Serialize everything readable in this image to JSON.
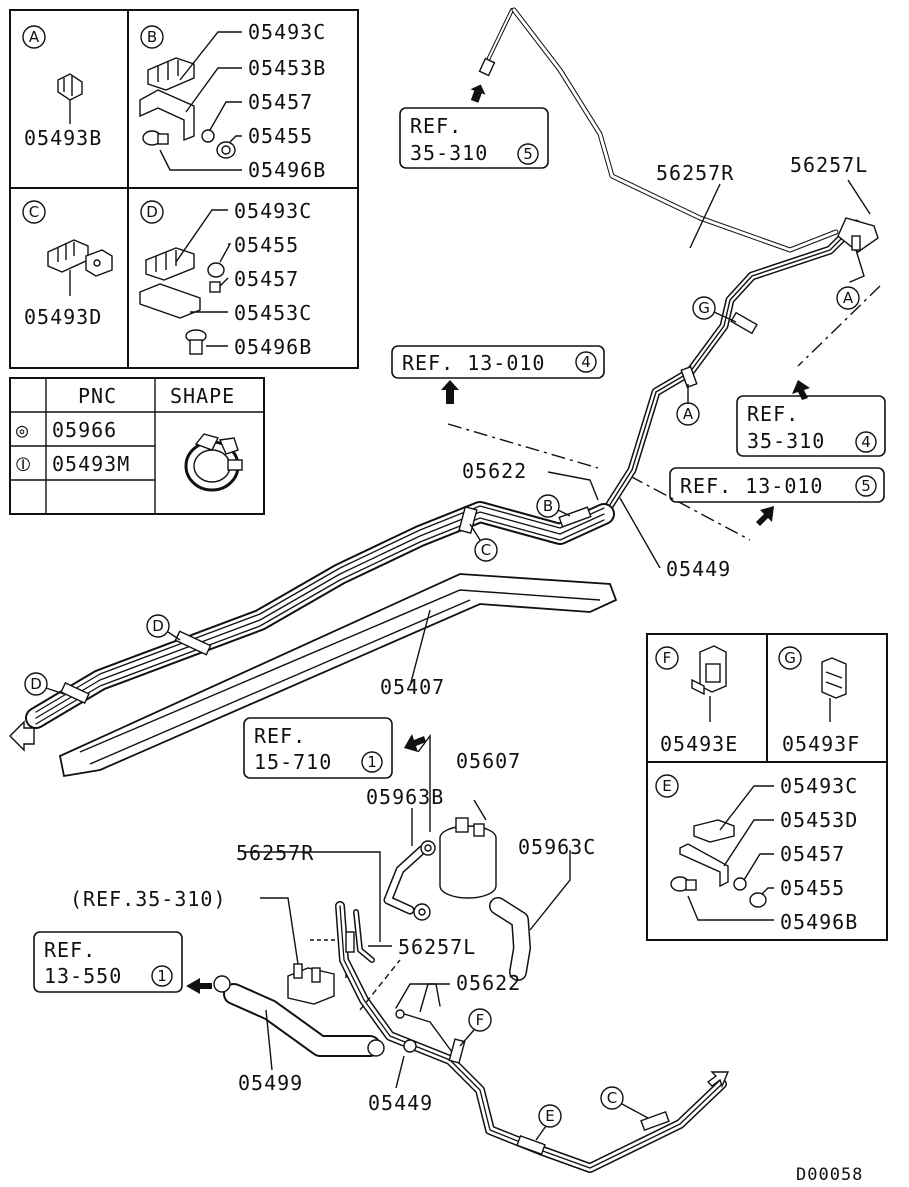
{
  "inset_panels": {
    "A": {
      "letter": "A",
      "parts": [
        "05493B"
      ]
    },
    "B": {
      "letter": "B",
      "parts": [
        "05493C",
        "05453B",
        "05457",
        "05455",
        "05496B"
      ]
    },
    "C": {
      "letter": "C",
      "parts": [
        "05493D"
      ]
    },
    "D": {
      "letter": "D",
      "parts": [
        "05493C",
        "05455",
        "05457",
        "05453C",
        "05496B"
      ]
    },
    "E": {
      "letter": "E",
      "parts": [
        "05493C",
        "05453D",
        "05457",
        "05455",
        "05496B"
      ]
    },
    "F": {
      "letter": "F",
      "parts": [
        "05493E"
      ]
    },
    "G": {
      "letter": "G",
      "parts": [
        "05493F"
      ]
    }
  },
  "legend_table": {
    "headers": [
      "PNC",
      "SHAPE"
    ],
    "rows": [
      {
        "symbol": "◎",
        "pnc": "05966"
      },
      {
        "symbol": "⦶",
        "pnc": "05493M"
      },
      {
        "symbol": "",
        "pnc": ""
      }
    ]
  },
  "references": [
    {
      "id": "ref1",
      "line1": "REF.",
      "line2": "35-310",
      "num": "5"
    },
    {
      "id": "ref2",
      "line1": "REF. 13-010",
      "num": "4"
    },
    {
      "id": "ref3",
      "line1": "REF.",
      "line2": "35-310",
      "num": "4"
    },
    {
      "id": "ref4",
      "line1": "REF. 13-010",
      "num": "5"
    },
    {
      "id": "ref5",
      "line1": "REF.",
      "line2": "15-710",
      "num": "1"
    },
    {
      "id": "ref6",
      "line1": "REF.",
      "line2": "13-550",
      "num": "1"
    }
  ],
  "callouts": {
    "p56257R_top": "56257R",
    "p56257L_top": "56257L",
    "p05622_top": "05622",
    "p05449_top": "05449",
    "p05407": "05407",
    "p05607": "05607",
    "p05963B": "05963B",
    "p05963C": "05963C",
    "p56257R_bot": "56257R",
    "p56257L_bot": "56257L",
    "p05622_bot": "05622",
    "p05449_bot": "05449",
    "p05499": "05499",
    "ref_note": "(REF.35-310)",
    "diagram_code": "D00058"
  },
  "location_markers": {
    "A1": "A",
    "A2": "A",
    "B": "B",
    "C1": "C",
    "C2": "C",
    "D1": "D",
    "D2": "D",
    "E": "E",
    "F": "F",
    "G": "G"
  }
}
